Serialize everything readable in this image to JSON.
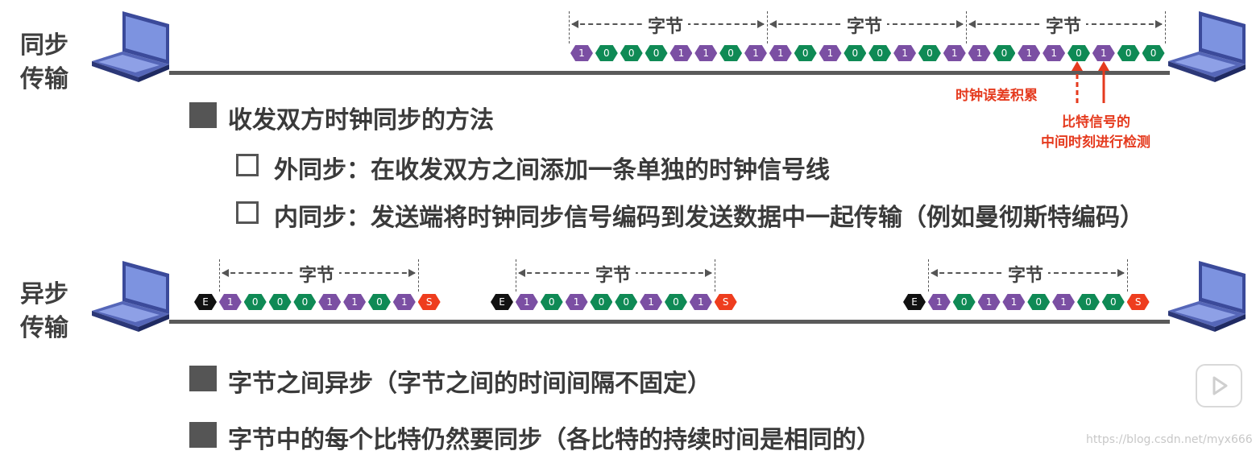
{
  "sync": {
    "label_line1": "同步",
    "label_line2": "传输",
    "byte_label": "字节",
    "bits": [
      "1",
      "0",
      "0",
      "0",
      "1",
      "1",
      "0",
      "1",
      "1",
      "0",
      "1",
      "0",
      "0",
      "1",
      "0",
      "1",
      "1",
      "0",
      "1",
      "1",
      "0",
      "1",
      "0",
      "0"
    ],
    "clock_error_label": "时钟误差积累",
    "detect_label_line1": "比特信号的",
    "detect_label_line2": "中间时刻进行检测",
    "heading": "收发双方时钟同步的方法",
    "method_external": "外同步：在收发双方之间添加一条单独的时钟信号线",
    "method_internal": "内同步：发送端将时钟同步信号编码到发送数据中一起传输（例如曼彻斯特编码）"
  },
  "async": {
    "label_line1": "异步",
    "label_line2": "传输",
    "byte_label": "字节",
    "groups": [
      [
        "E",
        "1",
        "0",
        "0",
        "0",
        "1",
        "1",
        "0",
        "1",
        "S"
      ],
      [
        "E",
        "1",
        "0",
        "1",
        "0",
        "0",
        "1",
        "0",
        "1",
        "S"
      ],
      [
        "E",
        "1",
        "0",
        "1",
        "1",
        "0",
        "1",
        "0",
        "0",
        "S"
      ]
    ],
    "point1": "字节之间异步（字节之间的时间间隔不固定）",
    "point2": "字节中的每个比特仍然要同步（各比特的持续时间是相同的）"
  },
  "watermark": "https://blog.csdn.net/myx666",
  "colors": {
    "bit_1": "#7b4fa3",
    "bit_0": "#0f8a55",
    "end_marker": "#111111",
    "start_marker": "#ee3d1e",
    "annotation_red": "#e53a1e"
  }
}
